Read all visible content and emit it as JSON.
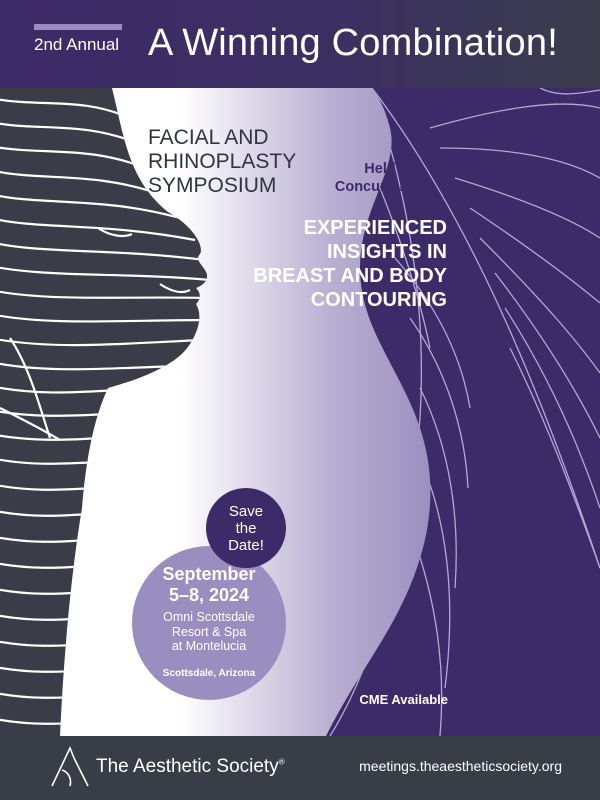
{
  "header": {
    "edition": "2nd Annual",
    "headline": "A Winning Combination!"
  },
  "symposium": {
    "title_lines": [
      "FACIAL AND",
      "RHINOPLASTY",
      "SYMPOSIUM"
    ],
    "held_lines": [
      "Held",
      "Concurrently"
    ],
    "second_program_lines": [
      "EXPERIENCED",
      "INSIGHTS IN",
      "BREAST AND BODY",
      "CONTOURING"
    ]
  },
  "event": {
    "save_badge_lines": [
      "Save",
      "the",
      "Date!"
    ],
    "date_lines": [
      "September",
      "5–8, 2024"
    ],
    "venue_lines": [
      "Omni Scottsdale",
      "Resort & Spa",
      "at Montelucia"
    ],
    "city": "Scottsdale, Arizona"
  },
  "cme": "CME Available",
  "footer": {
    "org_name": "The Aesthetic Society",
    "registered_mark": "®",
    "url": "meetings.theaestheticsociety.org"
  },
  "colors": {
    "primary_purple": "#3d2a68",
    "lavender": "#9a8dc0",
    "charcoal": "#393d48",
    "white": "#ffffff"
  },
  "icons": {
    "logo": "aesthetic-society-logo-icon",
    "face": "line-art-face-profile-icon",
    "leaf": "line-art-leaf-icon"
  }
}
